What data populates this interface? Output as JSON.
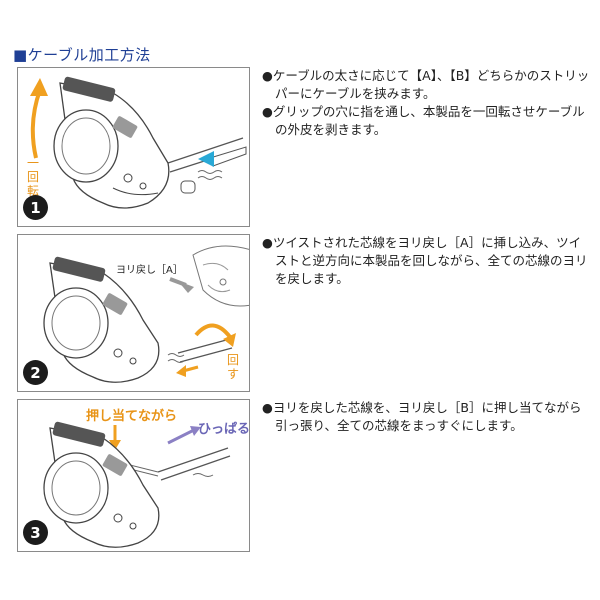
{
  "section_title": "■ケーブル加工方法",
  "steps": [
    {
      "number": "1",
      "bullets": [
        "●ケーブルの太さに応じて【A】、【B】どちらかのストリッパーにケーブルを挟みます。",
        "●グリップの穴に指を通し、本製品を一回転させケーブルの外皮を剥きます。"
      ],
      "illustration_labels": {
        "rotation": "一回転"
      }
    },
    {
      "number": "2",
      "bullets": [
        "●ツイストされた芯線をヨリ戻し［A］に挿し込み、ツイストと逆方向に本製品を回しながら、全ての芯線のヨリを戻します。"
      ],
      "illustration_labels": {
        "yorimodoshi": "ヨリ戻し［A］",
        "turn": "回す"
      }
    },
    {
      "number": "3",
      "bullets": [
        "●ヨリを戻した芯線を、ヨリ戻し［B］に押し当てながら引っ張り、全ての芯線をまっすぐにします。"
      ],
      "illustration_labels": {
        "press": "押し当てながら",
        "pull": "ひっぱる"
      }
    }
  ],
  "colors": {
    "title": "#1f3f95",
    "orange_arrow": "#f0a020",
    "cyan_arrow": "#29a9d6",
    "purple_arrow": "#8b80c4",
    "text_orange": "#e89418",
    "text_purple": "#6a66b6"
  }
}
